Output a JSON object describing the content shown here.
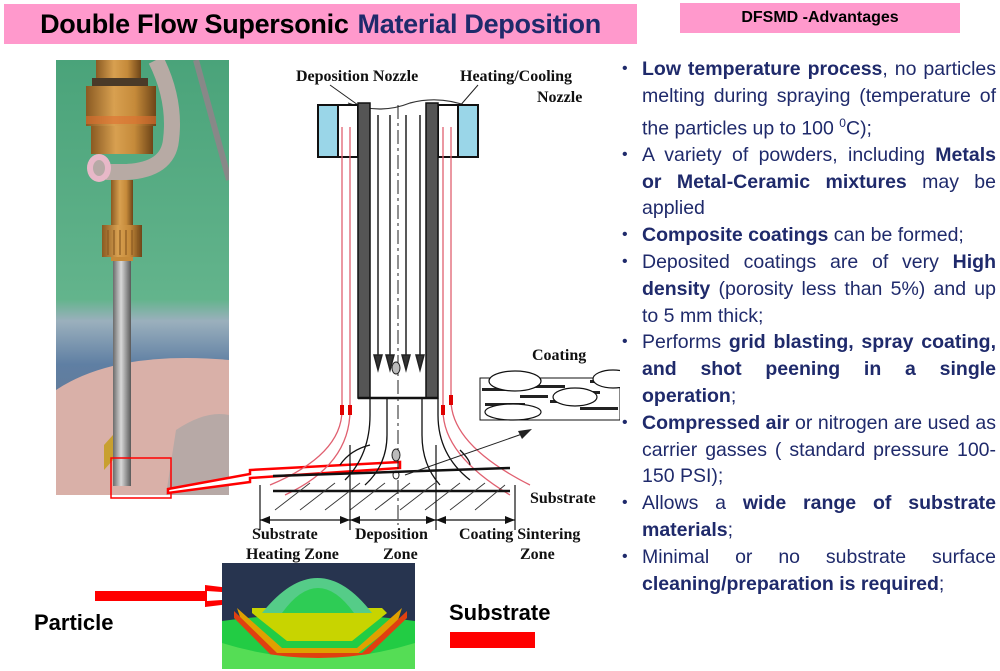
{
  "header": {
    "title_part1": "Double Flow Supersonic",
    "title_part2": "Material Deposition",
    "advantages_title": "DFSMD -Advantages"
  },
  "colors": {
    "header_bg": "#ff99cc",
    "text_blue": "#1f2a6b",
    "nozzle_blue": "#9ad6e8",
    "arrow_red": "#ff0000",
    "flow_line_red": "#e06070",
    "sim_background": "#27344f"
  },
  "advantages": [
    {
      "bold": "Low temperature process",
      "text": ", no particles melting during spraying (temperature of the particles up to 100 ",
      "sup": "0",
      "tail": "C);"
    },
    {
      "pre": "A variety of powders, including ",
      "bold": "Metals or Metal-Ceramic mixtures",
      "text": " may be applied"
    },
    {
      "bold": "Composite coatings",
      "text": " can be formed;"
    },
    {
      "pre": "Deposited coatings are of very ",
      "bold": "High density",
      "text": " (porosity less than 5%) and up to 5 mm thick;"
    },
    {
      "pre": "Performs ",
      "bold": "grid blasting, spray coating, and shot peening in a single operation",
      "text": ";"
    },
    {
      "bold": "Compressed air",
      "text": " or nitrogen are used as carrier gasses ( standard pressure 100-150 PSI);"
    },
    {
      "pre": "Allows a ",
      "bold": "wide range of substrate materials",
      "text": ";"
    },
    {
      "pre": "Minimal or no substrate surface ",
      "bold": "cleaning/preparation is required",
      "text": ";"
    }
  ],
  "diagram": {
    "label_deposition_nozzle": "Deposition Nozzle",
    "label_heating_cooling_1": "Heating/Cooling",
    "label_heating_cooling_2": "Nozzle",
    "label_coating": "Coating",
    "label_substrate": "Substrate",
    "zone_substrate_heating_1": "Substrate",
    "zone_substrate_heating_2": "Heating Zone",
    "zone_deposition_1": "Deposition",
    "zone_deposition_2": "Zone",
    "zone_coating_sintering_1": "Coating Sintering",
    "zone_coating_sintering_2": "Zone"
  },
  "simulation": {
    "label_particle": "Particle",
    "label_substrate": "Substrate"
  },
  "photo": {
    "description": "spray nozzle photo"
  }
}
